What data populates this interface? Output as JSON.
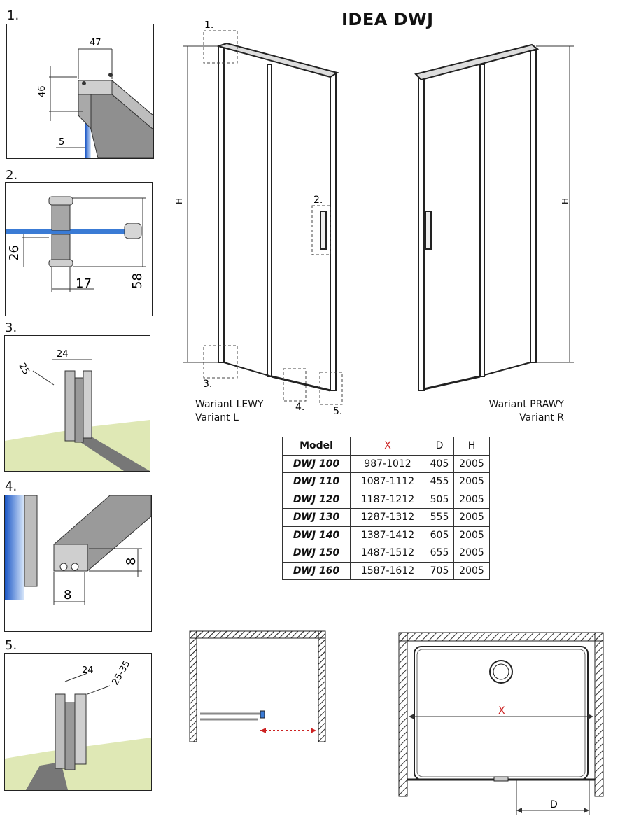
{
  "title": "IDEA DWJ",
  "detail_labels": [
    "1.",
    "2.",
    "3.",
    "4.",
    "5."
  ],
  "details": {
    "d1": {
      "dims": [
        "47",
        "46",
        "5"
      ]
    },
    "d2": {
      "dims": [
        "26",
        "17",
        "58"
      ]
    },
    "d3": {
      "dims": [
        "25",
        "24"
      ]
    },
    "d4": {
      "dims": [
        "8",
        "8"
      ]
    },
    "d5": {
      "dims": [
        "24",
        "25-35"
      ]
    }
  },
  "left_view": {
    "callouts": [
      "1.",
      "2.",
      "3.",
      "4.",
      "5."
    ],
    "height_label": "H",
    "variant_line1": "Wariant LEWY",
    "variant_line2": "Variant L"
  },
  "right_view": {
    "height_label": "H",
    "variant_line1": "Wariant PRAWY",
    "variant_line2": "Variant R"
  },
  "table": {
    "headers": [
      "Model",
      "X",
      "D",
      "H"
    ],
    "rows": [
      [
        "DWJ 100",
        "987-1012",
        "405",
        "2005"
      ],
      [
        "DWJ 110",
        "1087-1112",
        "455",
        "2005"
      ],
      [
        "DWJ 120",
        "1187-1212",
        "505",
        "2005"
      ],
      [
        "DWJ 130",
        "1287-1312",
        "555",
        "2005"
      ],
      [
        "DWJ 140",
        "1387-1412",
        "605",
        "2005"
      ],
      [
        "DWJ 150",
        "1487-1512",
        "655",
        "2005"
      ],
      [
        "DWJ 160",
        "1587-1612",
        "705",
        "2005"
      ]
    ]
  },
  "plan": {
    "x_label": "X",
    "d_label": "D"
  },
  "colors": {
    "glass_blue": "#3a7bd5",
    "floor_green": "#dfe8b5",
    "profile_gray": "#9a9a9a",
    "accent_red": "#cc2222"
  }
}
